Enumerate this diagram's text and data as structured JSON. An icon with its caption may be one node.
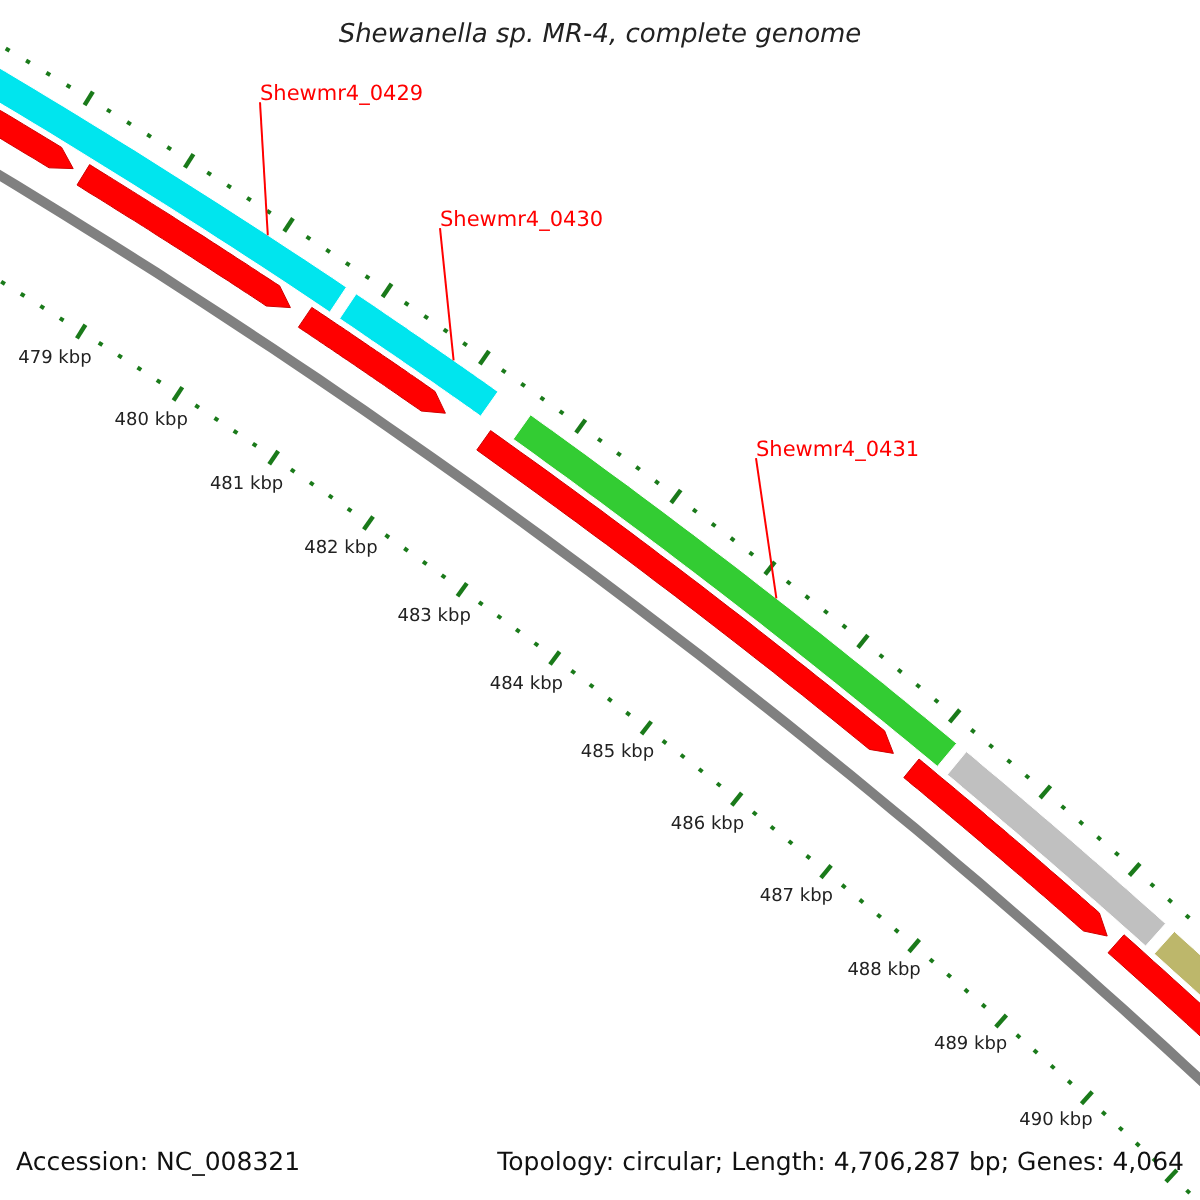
{
  "diagram": {
    "title": "Shewanella sp. MR-4, complete genome",
    "nodes": [
      {
        "text": [
          "Shewmr4_0429"
        ]
      },
      {
        "text": [],
        "shape": "bar"
      },
      {
        "text": [
          "Shewmr4_0430"
        ]
      },
      {
        "text": [],
        "shape": "bar"
      },
      {
        "text": [
          "Shewmr4_0431"
        ]
      },
      {
        "text": [],
        "shape": "bar"
      },
      {
        "text": [],
        "shape": "bar"
      },
      {
        "text": [],
        "shape": "bar"
      }
    ],
    "edges": [
      {
        "from": 0,
        "to": 1,
        "arrow": "none"
      },
      {
        "from": 2,
        "to": 3,
        "arrow": "none"
      },
      {
        "from": 4,
        "to": 5,
        "arrow": "none"
      }
    ],
    "labels": [
      "479 kbp",
      "480 kbp",
      "481 kbp",
      "482 kbp",
      "483 kbp",
      "484 kbp",
      "485 kbp",
      "486 kbp",
      "487 kbp",
      "488 kbp",
      "489 kbp",
      "490 kbp",
      "Accession: NC_008321",
      "Topology: circular; Length: 4,706,287 bp; Genes: 4,064"
    ]
  }
}
